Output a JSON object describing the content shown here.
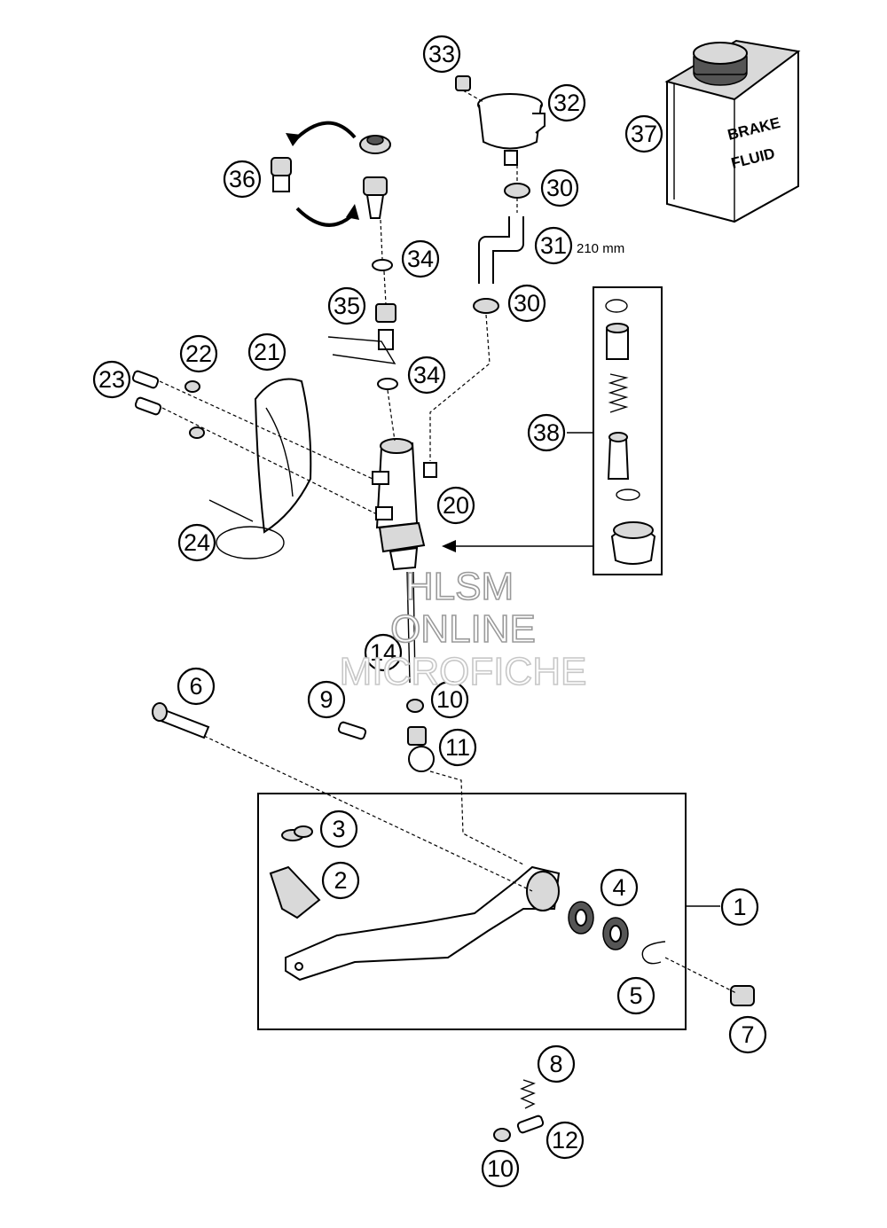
{
  "watermark": {
    "line1": "HLSM",
    "line2": "ONLINE",
    "line3": "MICROFICHE"
  },
  "bottle": {
    "label_line1": "BRAKE",
    "label_line2": "FLUID"
  },
  "hose_length_note": "210 mm",
  "callouts": {
    "c1": "1",
    "c2": "2",
    "c3": "3",
    "c4": "4",
    "c5": "5",
    "c6": "6",
    "c7": "7",
    "c8": "8",
    "c9": "9",
    "c10a": "10",
    "c10b": "10",
    "c11": "11",
    "c12": "12",
    "c14": "14",
    "c20": "20",
    "c21": "21",
    "c22": "22",
    "c23": "23",
    "c24": "24",
    "c30a": "30",
    "c30b": "30",
    "c31": "31",
    "c32": "32",
    "c33": "33",
    "c34a": "34",
    "c34b": "34",
    "c35": "35",
    "c36": "36",
    "c37": "37",
    "c38": "38"
  }
}
